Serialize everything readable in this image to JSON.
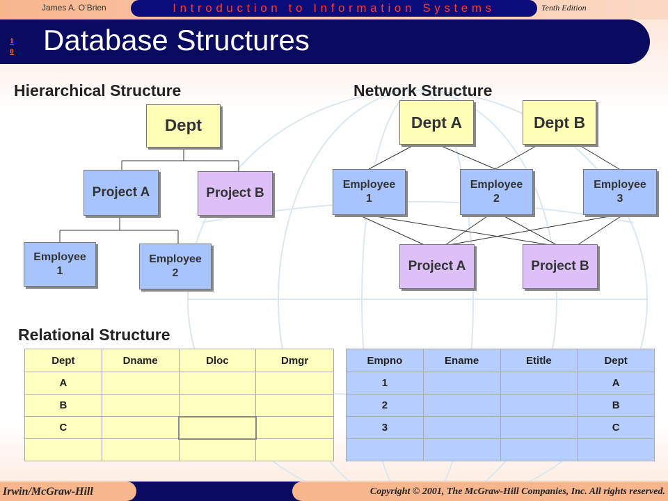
{
  "header": {
    "author": "James A. O’Brien",
    "series": "Introduction to Information Systems",
    "edition": "Tenth Edition",
    "chapter": [
      "1",
      "0"
    ],
    "title": "Database Structures"
  },
  "hierarchical": {
    "heading": "Hierarchical Structure",
    "dept": "Dept",
    "project_a": "Project A",
    "project_b": "Project B",
    "employee_1": "Employee\n1",
    "employee_2": "Employee\n2"
  },
  "network": {
    "heading": "Network Structure",
    "dept_a": "Dept A",
    "dept_b": "Dept B",
    "employee_1": "Employee\n1",
    "employee_2": "Employee\n2",
    "employee_3": "Employee\n3",
    "project_a": "Project A",
    "project_b": "Project B"
  },
  "relational": {
    "heading": "Relational Structure",
    "dept_table": {
      "headers": [
        "Dept",
        "Dname",
        "Dloc",
        "Dmgr"
      ],
      "rows": [
        [
          "A",
          "",
          "",
          ""
        ],
        [
          "B",
          "",
          "",
          ""
        ],
        [
          "C",
          "",
          "",
          ""
        ],
        [
          "",
          "",
          "",
          ""
        ]
      ]
    },
    "employee_table": {
      "headers": [
        "Empno",
        "Ename",
        "Etitle",
        "Dept"
      ],
      "rows": [
        [
          "1",
          "",
          "",
          "A"
        ],
        [
          "2",
          "",
          "",
          "B"
        ],
        [
          "3",
          "",
          "",
          "C"
        ],
        [
          "",
          "",
          "",
          ""
        ]
      ]
    }
  },
  "footer": {
    "publisher": "Irwin/McGraw-Hill",
    "copyright": "Copyright © 2001, The McGraw-Hill Companies, Inc. All rights reserved."
  },
  "colors": {
    "title_bar": "#0a0a5e",
    "accent_orange": "#f7b68e",
    "box_yellow": "#ffffb8",
    "box_blue": "#a8c4ff",
    "box_purple": "#ddc0f8"
  }
}
